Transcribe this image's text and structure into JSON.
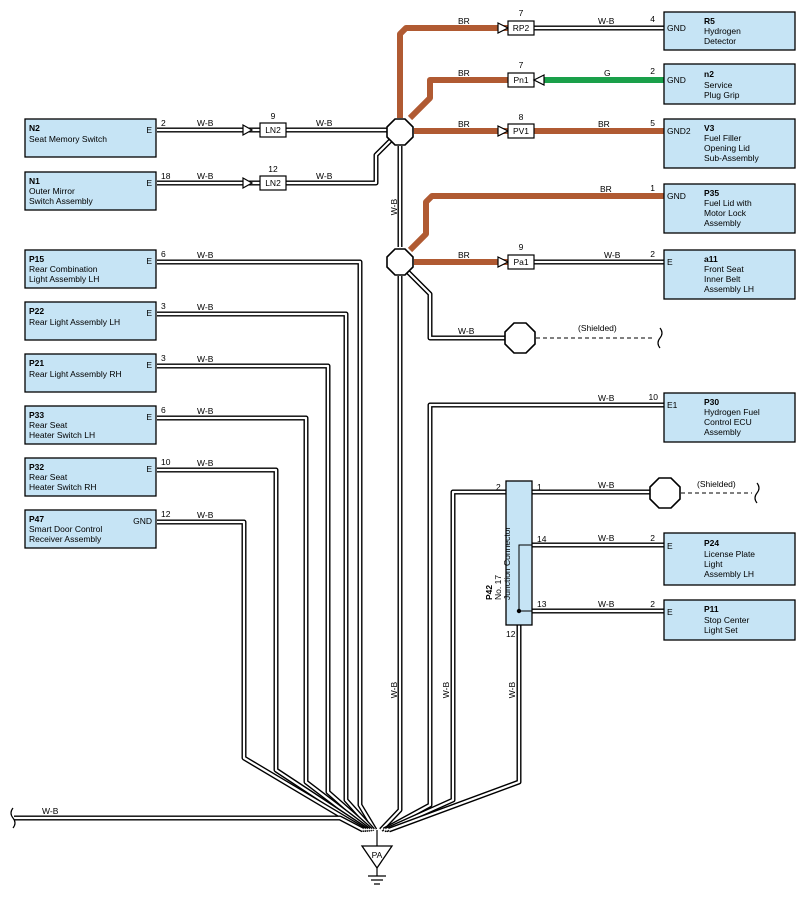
{
  "components": {
    "n2_seat": {
      "code": "N2",
      "lines": [
        "Seat Memory Switch"
      ],
      "pin": "2",
      "term": "E"
    },
    "n1_mirror": {
      "code": "N1",
      "lines": [
        "Outer Mirror",
        "Switch Assembly"
      ],
      "pin": "18",
      "term": "E"
    },
    "p15": {
      "code": "P15",
      "lines": [
        "Rear Combination",
        "Light Assembly LH"
      ],
      "pin": "6",
      "term": "E"
    },
    "p22": {
      "code": "P22",
      "lines": [
        "Rear Light Assembly LH"
      ],
      "pin": "3",
      "term": "E"
    },
    "p21": {
      "code": "P21",
      "lines": [
        "Rear Light Assembly RH"
      ],
      "pin": "3",
      "term": "E"
    },
    "p33": {
      "code": "P33",
      "lines": [
        "Rear Seat",
        "Heater Switch LH"
      ],
      "pin": "6",
      "term": "E"
    },
    "p32": {
      "code": "P32",
      "lines": [
        "Rear Seat",
        "Heater Switch RH"
      ],
      "pin": "10",
      "term": "E"
    },
    "p47": {
      "code": "P47",
      "lines": [
        "Smart Door Control",
        "Receiver Assembly"
      ],
      "pin": "12",
      "term": "GND"
    },
    "r5": {
      "code": "R5",
      "lines": [
        "Hydrogen",
        "Detector"
      ],
      "pin": "4",
      "term": "GND"
    },
    "n2_service": {
      "code": "n2",
      "lines": [
        "Service",
        "Plug Grip"
      ],
      "pin": "2",
      "term": "GND"
    },
    "v3": {
      "code": "V3",
      "lines": [
        "Fuel Filler",
        "Opening Lid",
        "Sub-Assembly"
      ],
      "pin": "5",
      "term": "GND2"
    },
    "p35": {
      "code": "P35",
      "lines": [
        "Fuel Lid with",
        "Motor Lock",
        "Assembly"
      ],
      "pin": "1",
      "term": "GND"
    },
    "a11": {
      "code": "a11",
      "lines": [
        "Front Seat",
        "Inner Belt",
        "Assembly LH"
      ],
      "pin": "2",
      "term": "E"
    },
    "p30": {
      "code": "P30",
      "lines": [
        "Hydrogen Fuel",
        "Control ECU",
        "Assembly"
      ],
      "pin": "10",
      "term": "E1"
    },
    "p24": {
      "code": "P24",
      "lines": [
        "License Plate",
        "Light",
        "Assembly LH"
      ],
      "pin": "2",
      "term": "E"
    },
    "p11": {
      "code": "P11",
      "lines": [
        "Stop Center",
        "Light Set"
      ],
      "pin": "2",
      "term": "E"
    }
  },
  "wire_colors": {
    "wb": "W-B",
    "br": "BR",
    "g": "G"
  },
  "connectors": {
    "ln2_a": {
      "label": "LN2",
      "pin": "9"
    },
    "ln2_b": {
      "label": "LN2",
      "pin": "12"
    },
    "rp2": {
      "label": "RP2",
      "pin": "7"
    },
    "pn1": {
      "label": "Pn1",
      "pin": "7"
    },
    "pv1": {
      "label": "PV1",
      "pin": "8"
    },
    "pa1": {
      "label": "Pa1",
      "pin": "9"
    }
  },
  "junction_connector": {
    "code": "P42",
    "name_lines": [
      "No. 17",
      "Junction Connector"
    ],
    "pins": {
      "left": "2",
      "out1": "1",
      "out14": "14",
      "out13": "13",
      "bottom": "12"
    }
  },
  "shielded_label": "(Shielded)",
  "ground_point": "PA",
  "colors": {
    "box_fill": "#c6e4f5",
    "brown_wire": "#b05a32",
    "green_wire": "#1aa04a"
  }
}
